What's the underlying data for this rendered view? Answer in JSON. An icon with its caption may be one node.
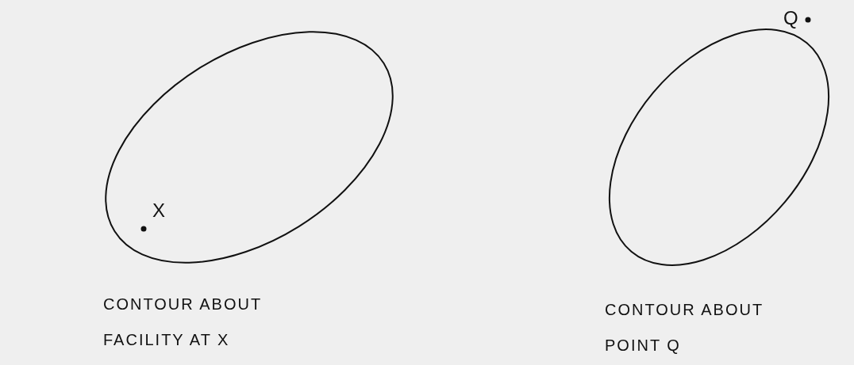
{
  "diagram": {
    "nodes": [
      {
        "text": [
          "X"
        ],
        "beside": [
          "CONTOUR ABOUT FACILITY AT X"
        ]
      },
      {
        "text": [
          "Q"
        ],
        "beside": [
          "CONTOUR ABOUT POINT Q"
        ]
      }
    ]
  }
}
